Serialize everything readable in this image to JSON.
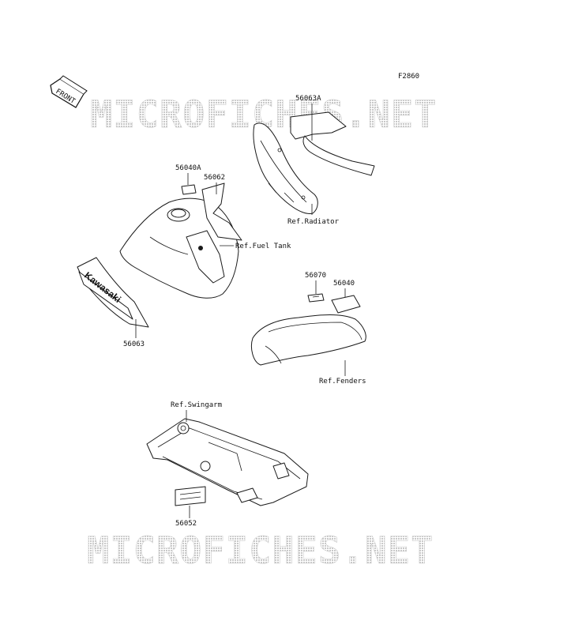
{
  "figure_code": "F2860",
  "watermark": "MICROFICHES.NET",
  "front_indicator": "FRONT",
  "brand_decal_text": "Kawasaki",
  "labels": {
    "p56063A": "56063A",
    "ref_radiator": "Ref.Radiator",
    "p56040A": "56040A",
    "p56062": "56062",
    "ref_fuel_tank": "Ref.Fuel Tank",
    "p56063": "56063",
    "p56070": "56070",
    "p56040": "56040",
    "ref_fenders": "Ref.Fenders",
    "ref_swingarm": "Ref.Swingarm",
    "p56052": "56052"
  },
  "colors": {
    "line": "#1a1a1a",
    "watermark": "#d4d4d4"
  }
}
